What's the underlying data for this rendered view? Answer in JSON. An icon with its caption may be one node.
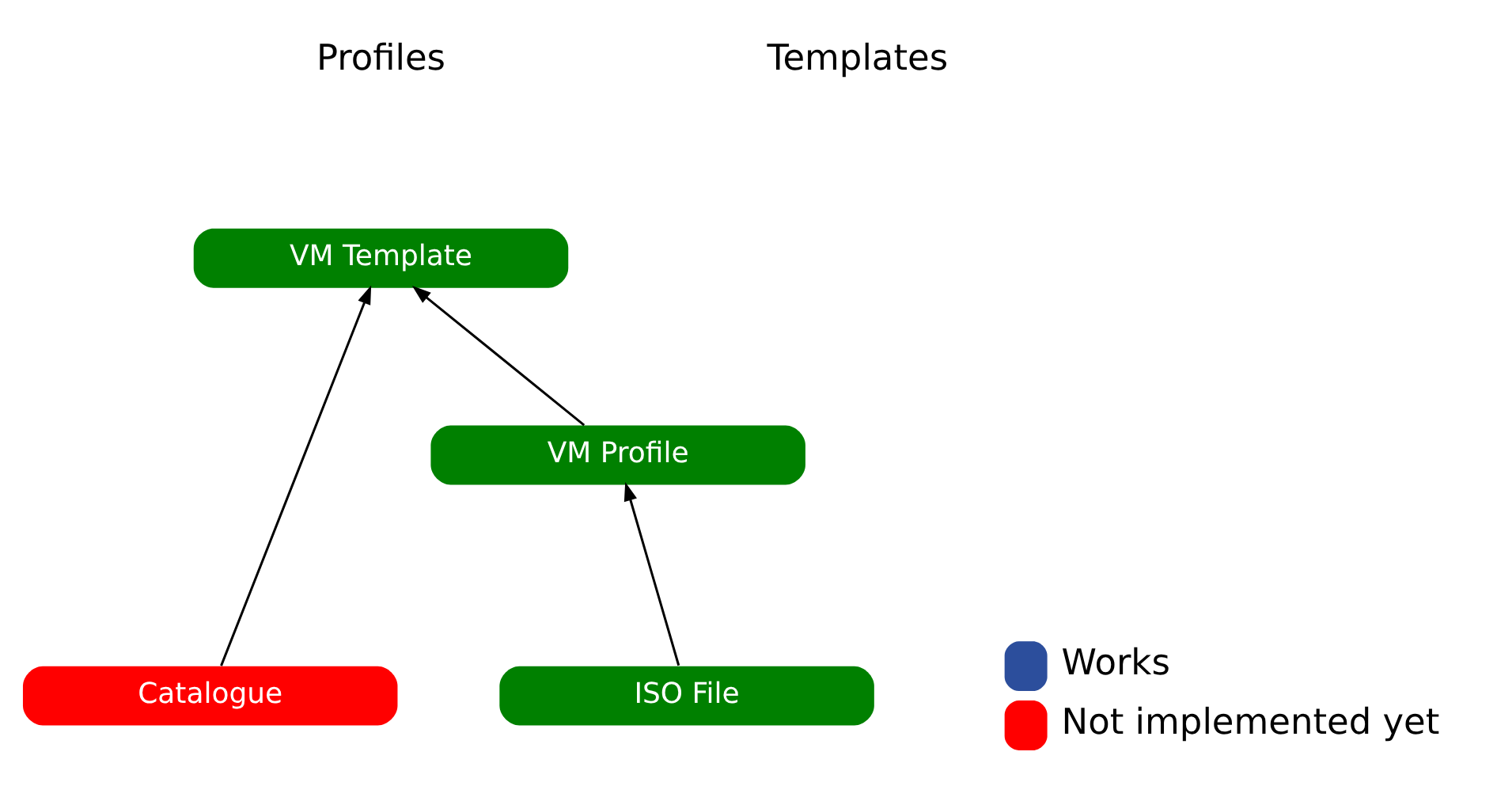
{
  "diagram": {
    "nodes": [
      {
        "text": [
          "VM Profile"
        ]
      },
      {
        "text": [
          "VM Template"
        ]
      },
      {
        "text": [
          "ISO File"
        ]
      },
      {
        "text": [
          "Catalogue"
        ]
      }
    ],
    "edges": [
      {
        "from": 0,
        "to": 1,
        "arrow": "to"
      },
      {
        "from": 2,
        "to": 0,
        "arrow": "to"
      },
      {
        "from": 3,
        "to": 1,
        "arrow": "to"
      }
    ],
    "labels": [
      "Profiles",
      "Templates"
    ],
    "legend": [
      {
        "text": "Works",
        "color": "#2c4e9c"
      },
      {
        "text": "Not implemented yet",
        "color": "#ff0000"
      }
    ]
  }
}
